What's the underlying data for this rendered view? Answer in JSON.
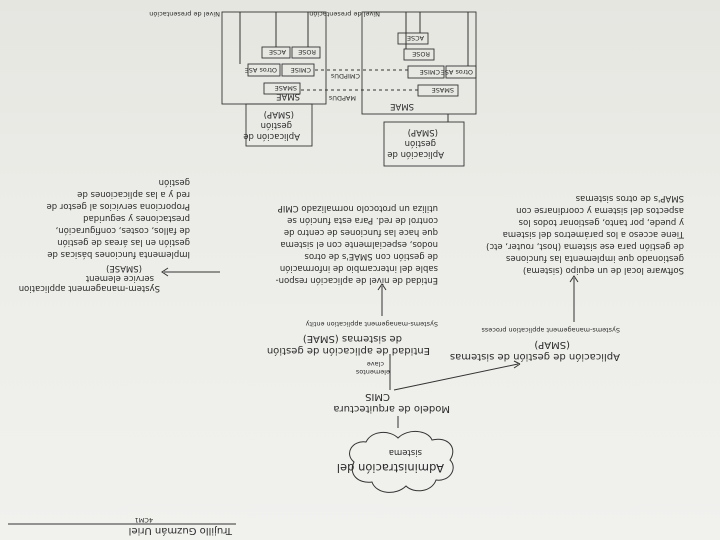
{
  "author": "Trujillo Guzmán Uriel",
  "author_mark": "4CM1",
  "root": {
    "line1": "Administración del",
    "line2": "sistema"
  },
  "model": {
    "line1": "Modelo de arquitectura",
    "line2": "CMIS",
    "keys_label_1": "elementos",
    "keys_label_2": "clave"
  },
  "left_branch": {
    "title_lines": [
      "Aplicación de gestión de sistemas",
      "(SMAP)"
    ],
    "subtitle": "Systems-management application process",
    "desc_lines": [
      "Software local de un equipo (sistema)",
      "gestionado que implementa las funciones",
      "de gestión para ese sistema (host, router, etc)",
      "Tiene acceso a los parámetros del sistema",
      "y puede, por tanto, gestionar todos los",
      "aspectos del sistema y coordinarse con",
      "SMAP's de otros sistemas"
    ]
  },
  "middle_branch": {
    "title_lines": [
      "Entidad de aplicación de gestión",
      "de sistemas (SMAE)"
    ],
    "subtitle": "Systems-management application entity",
    "desc_lines": [
      "Entidad de nivel de aplicación respon-",
      "sable del intercambio de información",
      "de gestión con SMAE's de otros",
      "nodos, especialmente con el sistema",
      "que hace las funciones de centro de",
      "control de red. Para esta función se",
      "utiliza un protocolo normalizado CMIP"
    ]
  },
  "right_branch": {
    "title": "System-management application",
    "title2": "service element",
    "title3": "(SMASE)",
    "desc_lines": [
      "Implementa funciones básicas de",
      "gestión en las áreas de gestión",
      "de fallos, costes, configuración,",
      "prestaciones y seguridad",
      "Proporciona servicios al gestor de",
      "red y a las aplicaciones de",
      "gestión"
    ]
  },
  "stack_left": {
    "app_box_lines": [
      "Aplicación de",
      "gestión",
      "(SMAP)"
    ],
    "smae_label": "SMAE",
    "smase": "SMASE",
    "cmise": "CMISE",
    "otros": "Otros ASE",
    "acse": "ACSE",
    "rose": "ROSE",
    "level_label": "Nivel de presentación"
  },
  "stack_right": {
    "app_box_lines": [
      "Aplicación de",
      "gestión",
      "(SMAP)"
    ],
    "smae_label": "SMAE",
    "smase": "SMASE",
    "cmise": "CMISE",
    "otros": "Otros ASE",
    "acse": "ACSE",
    "rose": "ROSE",
    "level_label": "Nivel de presentación"
  },
  "link_labels": {
    "mapdu": "MAPDUs",
    "cmipdu": "CMIPDUs"
  }
}
